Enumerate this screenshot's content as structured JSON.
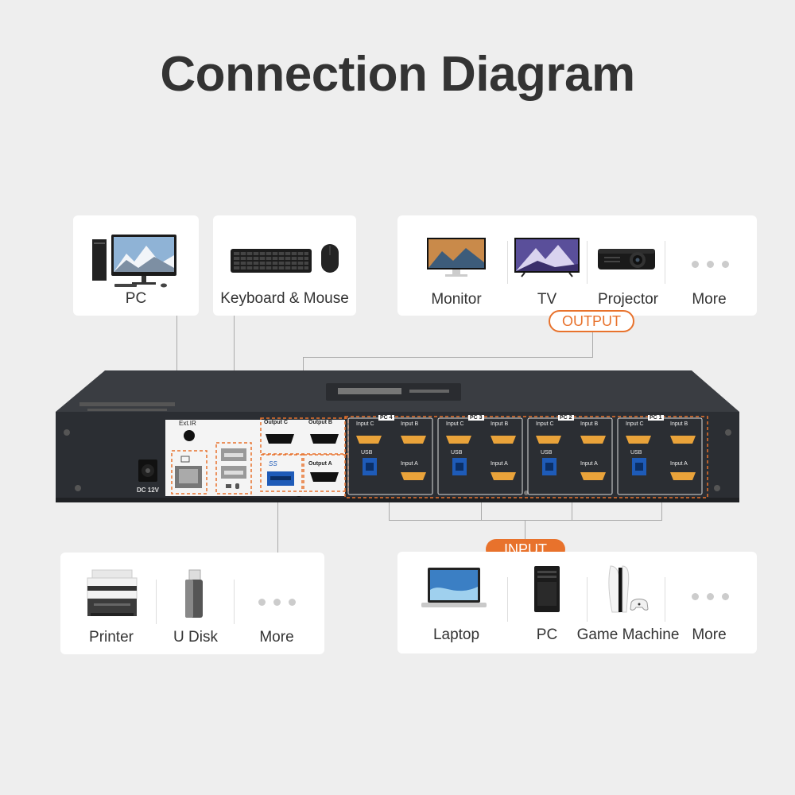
{
  "title": "Connection Diagram",
  "pc_card": {
    "label": "PC"
  },
  "km_card": {
    "label": "Keyboard & Mouse"
  },
  "output_card": {
    "items": [
      "Monitor",
      "TV",
      "Projector",
      "More"
    ]
  },
  "output_badge": "OUTPUT",
  "input_badge": "INPUT",
  "usb_card": {
    "items": [
      "Printer",
      "U Disk",
      "More"
    ]
  },
  "input_card": {
    "items": [
      "Laptop",
      "PC",
      "Game Machine",
      "More"
    ]
  },
  "device": {
    "dc_label": "DC 12V",
    "ext_ir": "Ext.IR",
    "ports": {
      "output_c": "Output C",
      "output_b": "Output B",
      "output_a": "Output A",
      "input_c": "Input C",
      "input_b": "Input B",
      "input_a": "Input A",
      "usb": "USB",
      "ss": "SS"
    },
    "groups": [
      "PC 4",
      "PC 3",
      "PC 2",
      "PC 1"
    ]
  },
  "colors": {
    "accent": "#e8722c",
    "device_body": "#2b2e33",
    "background": "#eeeeee"
  }
}
